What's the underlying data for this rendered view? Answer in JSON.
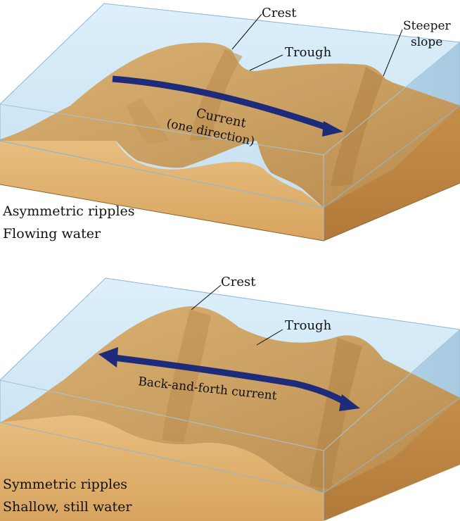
{
  "top_panel": {
    "labels": {
      "crest": "Crest",
      "trough": "Trough",
      "steeper_1": "Steeper",
      "steeper_2": "slope",
      "current_1": "Current",
      "current_2": "(one direction)"
    },
    "caption_1": "Asymmetric ripples",
    "caption_2": "Flowing water"
  },
  "bottom_panel": {
    "labels": {
      "crest": "Crest",
      "trough": "Trough",
      "current": "Back-and-forth current"
    },
    "caption_1": "Symmetric ripples",
    "caption_2": "Shallow, still water"
  },
  "colors": {
    "water": "#cfe6f5",
    "sand_light": "#e2b97c",
    "sand_mid": "#c99a5a",
    "sand_dark": "#a87838",
    "arrow": "#1e2a7a"
  }
}
